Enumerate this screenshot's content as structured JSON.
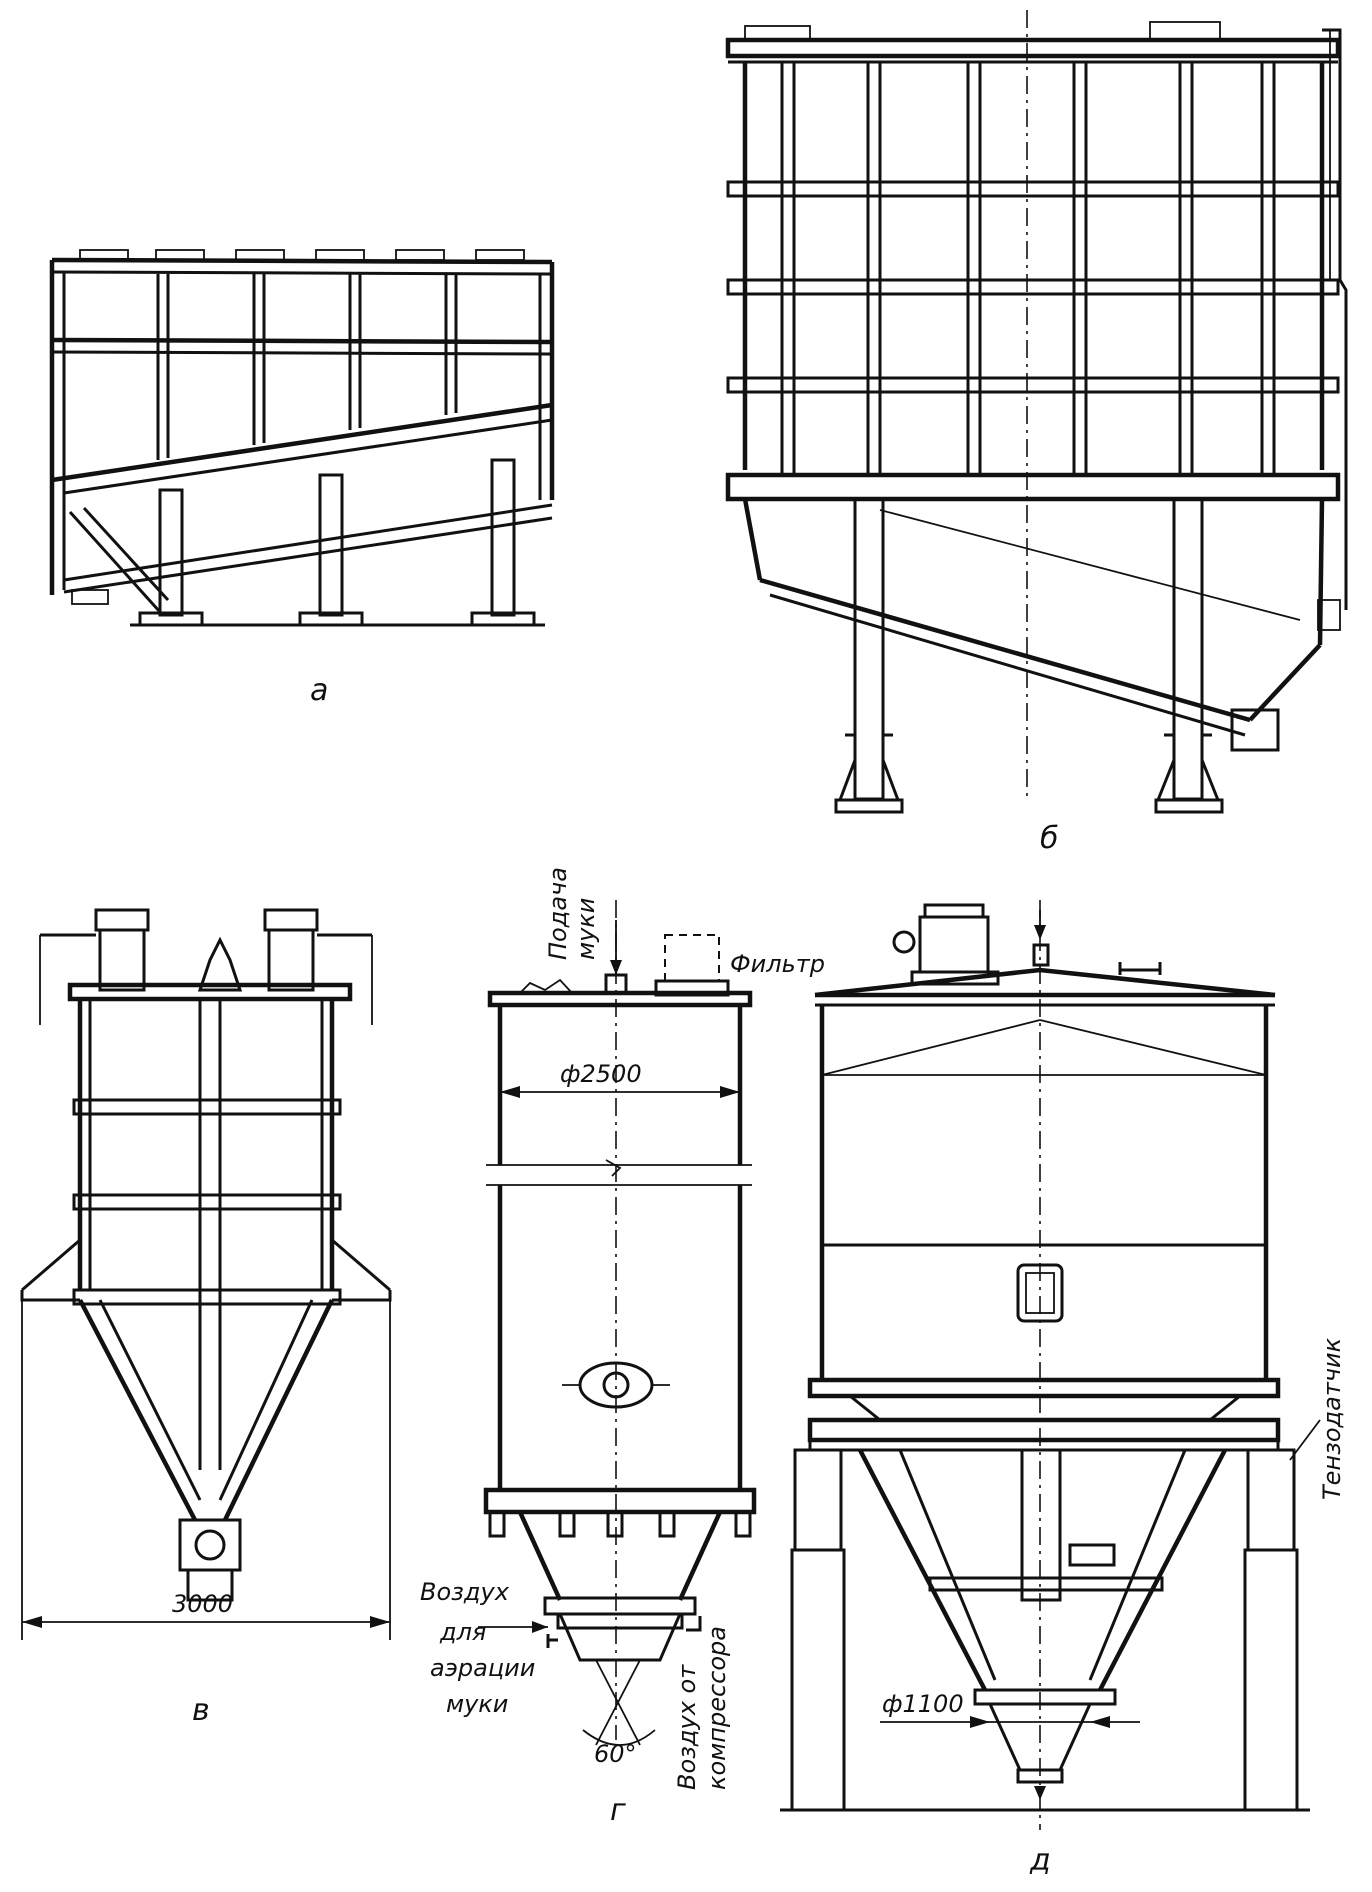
{
  "figure": {
    "panels": [
      {
        "id": "a",
        "label": "а"
      },
      {
        "id": "b",
        "label": "б"
      },
      {
        "id": "v",
        "label": "в"
      },
      {
        "id": "g",
        "label": "г"
      },
      {
        "id": "d",
        "label": "д"
      }
    ],
    "dimensions": {
      "width_v": "3000",
      "diameter_g": "ф2500",
      "diameter_d": "ф1100",
      "angle_g": "60°"
    },
    "annotations": {
      "flour_feed_1": "Подача",
      "flour_feed_2": "муки",
      "filter": "Фильтр",
      "air": "Воздух",
      "aeration_1": "для",
      "aeration_2": "аэрации",
      "aeration_3": "муки",
      "compressor_1": "Воздух от",
      "compressor_2": "компрессора",
      "load_sensor": "Тензодатчик"
    }
  }
}
